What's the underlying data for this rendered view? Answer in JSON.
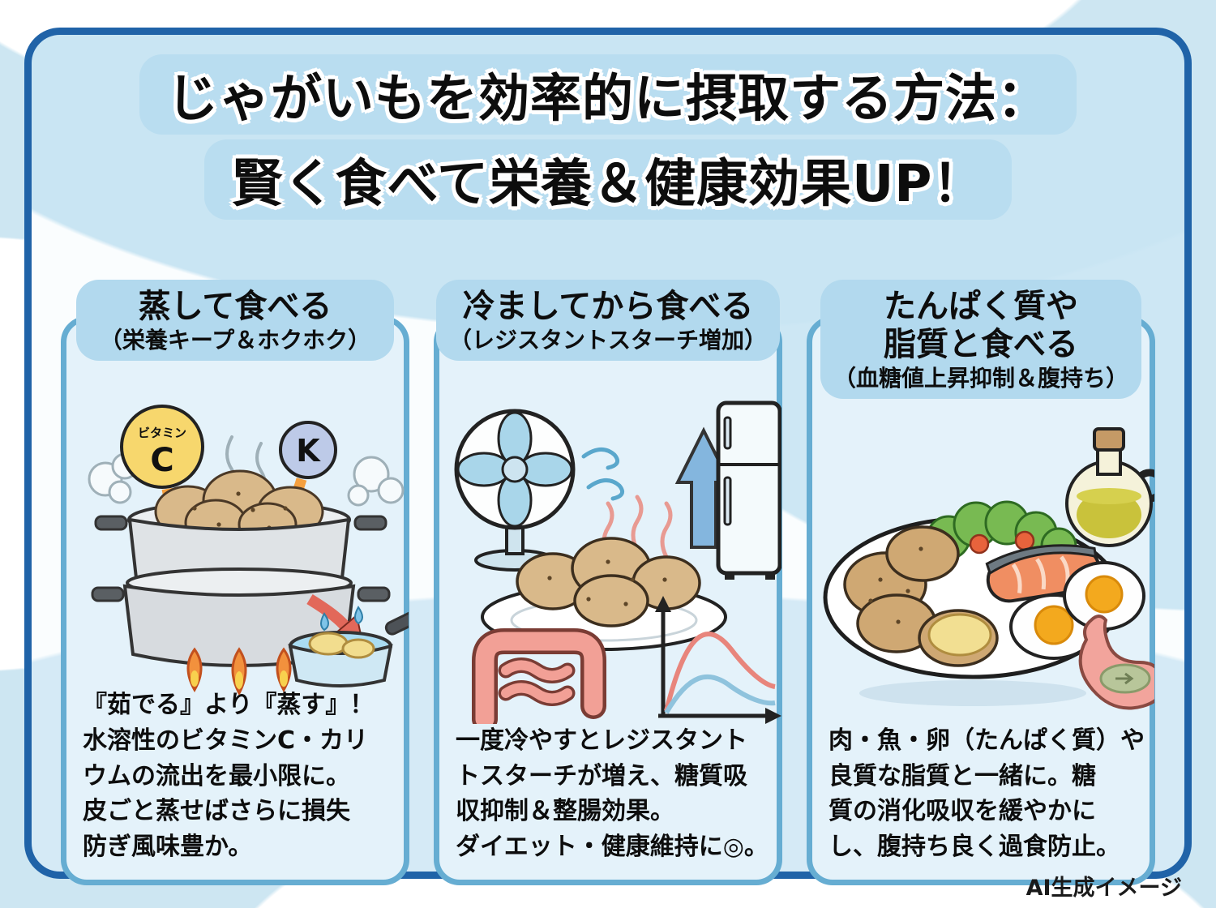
{
  "title": {
    "line1": "じゃがいもを効率的に摂取する方法：",
    "line2": "賢く食べて栄養＆健康効果UP！"
  },
  "footer": {
    "label": "AI生成イメージ"
  },
  "colors": {
    "background": "#cde6f2",
    "panel_border": "#2063a8",
    "card_bg": "#e4f2fa",
    "card_border": "#66add2",
    "header_pill_bg": "#b2d9ee",
    "title_ribbon_bg": "#b9ddf0",
    "text": "#0d0d0d",
    "accent_red": "#e2685a",
    "accent_orange": "#f5a03f",
    "accent_blue": "#84b6de",
    "curve_red": "#e8857c",
    "curve_blue": "#8fc3dd"
  },
  "columns": [
    {
      "header_line1": "蒸して食べる",
      "header_line2": "（栄養キープ＆ホクホク）",
      "badges": {
        "vitamin_label": "ビタミン",
        "vitamin_letter": "C",
        "potassium_letter": "K"
      },
      "icons": [
        "steam-cloud-icon",
        "vitamin-c-badge",
        "potassium-badge",
        "down-arrow-icon",
        "steamer-pot-icon",
        "potato-icon",
        "flame-icon",
        "red-arrow-icon",
        "saucepan-icon",
        "water-drop-icon"
      ],
      "body_lines": [
        "『茹でる』より『蒸す』！",
        "水溶性のビタミンC・カリ",
        "ウムの流出を最小限に。",
        "皮ごと蒸せばさらに損失",
        "防ぎ風味豊か。"
      ]
    },
    {
      "header_line1": "冷ましてから食べる",
      "header_line2": "（レジスタントスターチ増加）",
      "icons": [
        "fan-icon",
        "wind-icon",
        "steam-icon",
        "potato-plate-icon",
        "up-arrow-icon",
        "refrigerator-icon",
        "intestine-icon",
        "line-graph-icon"
      ],
      "body_lines": [
        "一度冷やすとレジスタント",
        "トスターチが増え、糖質吸",
        "収抑制＆整腸効果。",
        "ダイエット・健康維持に◎。"
      ]
    },
    {
      "header_line1": "たんぱく質や",
      "header_line2": "脂質と食べる",
      "header_line3": "（血糖値上昇抑制＆腹持ち）",
      "icons": [
        "meal-plate-icon",
        "potato-icon",
        "salad-icon",
        "salmon-icon",
        "boiled-egg-icon",
        "oil-bottle-icon",
        "stomach-icon"
      ],
      "body_lines": [
        "肉・魚・卵（たんぱく質）や",
        "良質な脂質と一緒に。糖",
        "質の消化吸収を緩やかに",
        "し、腹持ち良く過食防止。"
      ]
    }
  ],
  "chart_data": {
    "type": "line",
    "context": "unlabeled mini blood-sugar curve inside cool-down card",
    "x": [
      0,
      1,
      2,
      3,
      4,
      5
    ],
    "series": [
      {
        "name": "red-curve-high-spike",
        "color": "#e8857c",
        "values": [
          0.05,
          0.55,
          0.95,
          0.72,
          0.42,
          0.3
        ]
      },
      {
        "name": "blue-curve-low-spike",
        "color": "#8fc3dd",
        "values": [
          0.03,
          0.28,
          0.48,
          0.36,
          0.2,
          0.13
        ]
      }
    ],
    "title": "",
    "xlabel": "",
    "ylabel": "",
    "legend": false,
    "grid": false,
    "axes_labeled": false
  }
}
